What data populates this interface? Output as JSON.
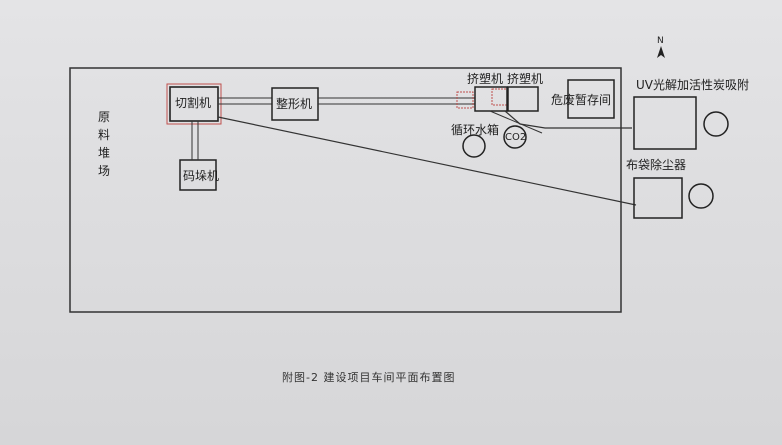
{
  "labels": {
    "raw_material_yard": "原料堆场",
    "cutting_machine": "切割机",
    "shaping_machine": "整形机",
    "extruder_1": "挤塑机",
    "extruder_2": "挤塑机",
    "circulating_water_tank": "循环水箱",
    "co2": "CO2",
    "hazardous_waste_storage": "危废暂存间",
    "uv_activated_carbon": "UV光解加活性炭吸附",
    "bag_dust_collector": "布袋除尘器",
    "stacking_machine": "码垛机",
    "north": "N"
  },
  "caption": "附图-2   建设项目车间平面布置图",
  "colors": {
    "line": "#333333",
    "highlight": "#c0504d"
  }
}
